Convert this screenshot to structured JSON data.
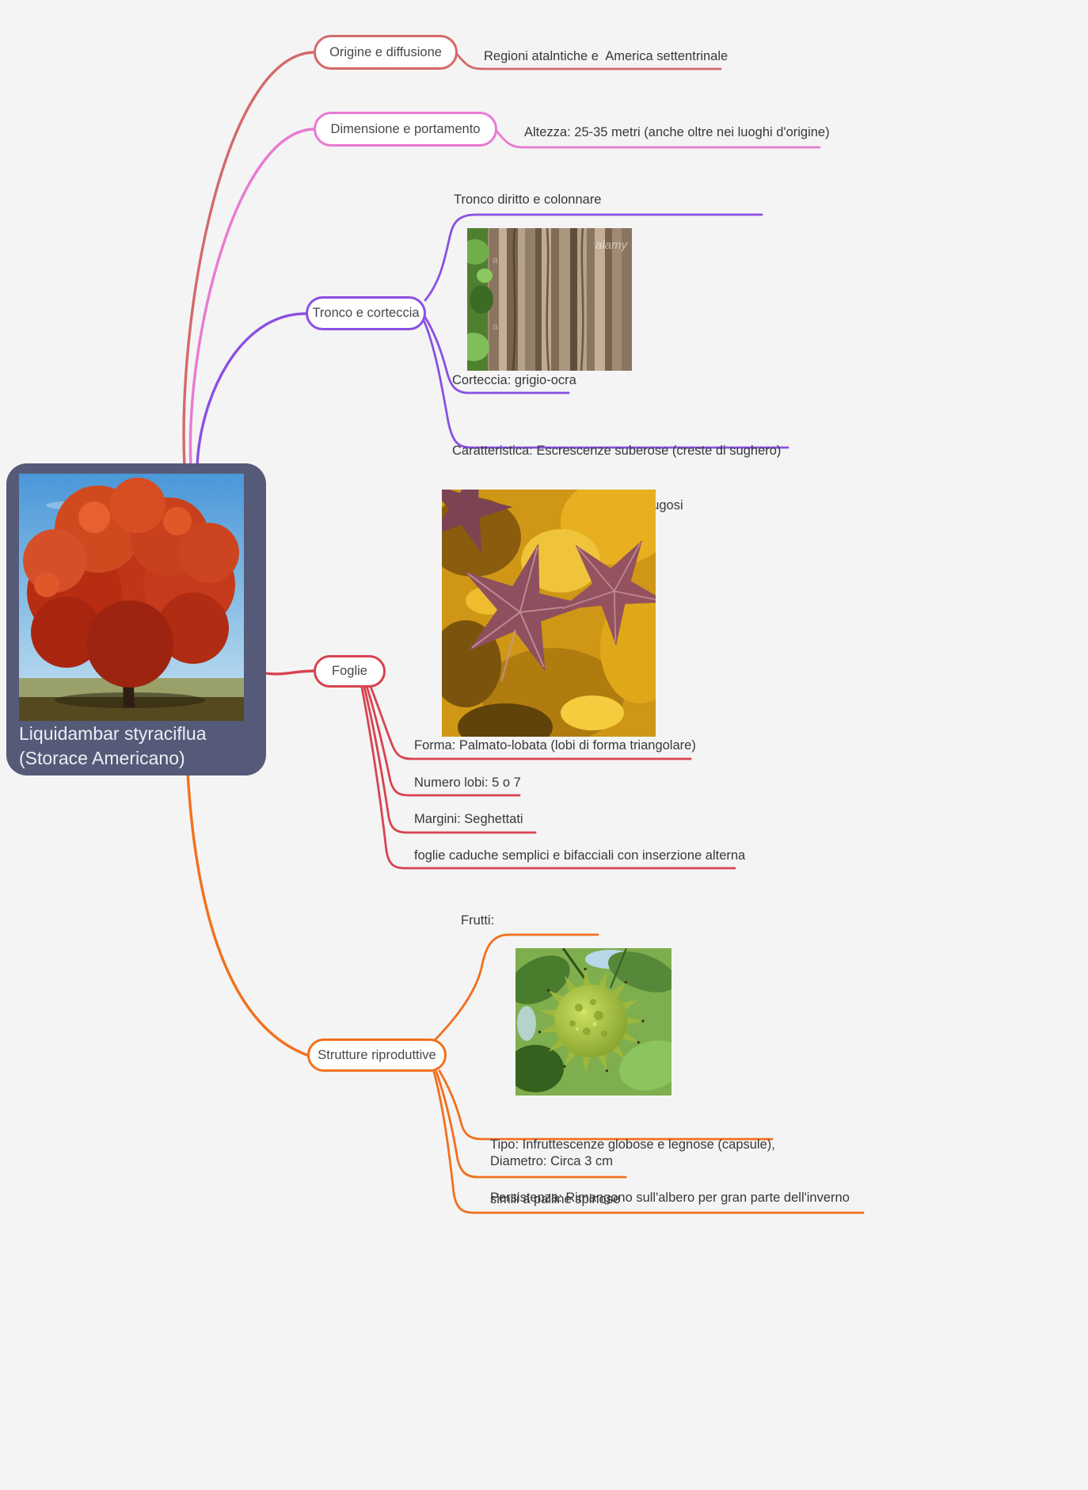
{
  "canvas": {
    "background": "#f4f4f4"
  },
  "central": {
    "bg_color": "#555a78",
    "title_lines": [
      "Liquidambar styraciflua",
      "(Storace Americano)"
    ],
    "photo": "red-maple-tree"
  },
  "branches": [
    {
      "label": "Origine e diffusione",
      "color": "#d4696a",
      "note": "Regioni atalntiche e  America settentrinale"
    },
    {
      "label": "Dimensione e portamento",
      "color": "#e87ad2",
      "note": "Altezza: 25-35 metri (anche oltre nei luoghi d'origine)"
    },
    {
      "label": "Tronco e corteccia",
      "color": "#8b4fe3",
      "note_top": "Tronco diritto e colonnare",
      "photo_watermark": "alamy",
      "photo_watermark_mark": "a",
      "note_corteccia": "Corteccia: grigio-ocra",
      "note_caratteristica_lines": [
        "Caratteristica: Escrescenze suberose (creste di sughero)",
        "evidenti su rami e tronco, ruvidi e rugosi"
      ]
    },
    {
      "label": "Foglie",
      "color": "#d84350",
      "notes": [
        "Forma: Palmato-lobata (lobi di forma triangolare)",
        "Numero lobi: 5 o 7",
        "Margini: Seghettati",
        "foglie caduche semplici e bifacciali con inserzione alterna"
      ]
    },
    {
      "label": "Strutture riproduttive",
      "color": "#f2701d",
      "note_frutti": "Frutti:",
      "note_tipo_lines": [
        "Tipo: Infruttescenze globose e legnose (capsule),",
        "simili a palline spinose"
      ],
      "note_diametro": "Diametro: Circa 3 cm",
      "note_persistenza": "Persistenza: Rimangono sull'albero per gran parte dell'inverno"
    }
  ]
}
